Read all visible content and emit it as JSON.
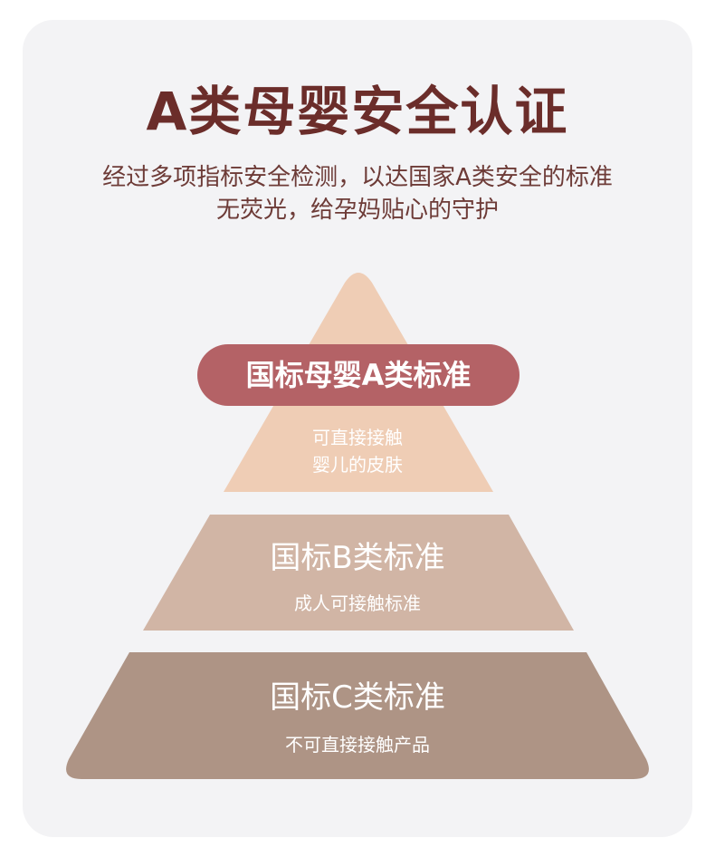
{
  "header": {
    "title": "A类母婴安全认证",
    "subtitle_line1": "经过多项指标安全检测，以达国家A类安全的标准",
    "subtitle_line2": "无荧光，给孕妈贴心的守护"
  },
  "pyramid": {
    "tier_a": {
      "title": "国标母婴A类标准",
      "desc_line1": "可直接接触",
      "desc_line2": "婴儿的皮肤",
      "color": "#efcdb5",
      "badge_color": "#b46266"
    },
    "tier_b": {
      "title": "国标B类标准",
      "desc": "成人可接触标准",
      "color": "#d1b5a5"
    },
    "tier_c": {
      "title": "国标C类标准",
      "desc": "不可直接接触产品",
      "color": "#ae9485"
    }
  },
  "colors": {
    "background": "#f3f3f5",
    "title": "#6b2d2a",
    "subtitle": "#6d3b37"
  }
}
